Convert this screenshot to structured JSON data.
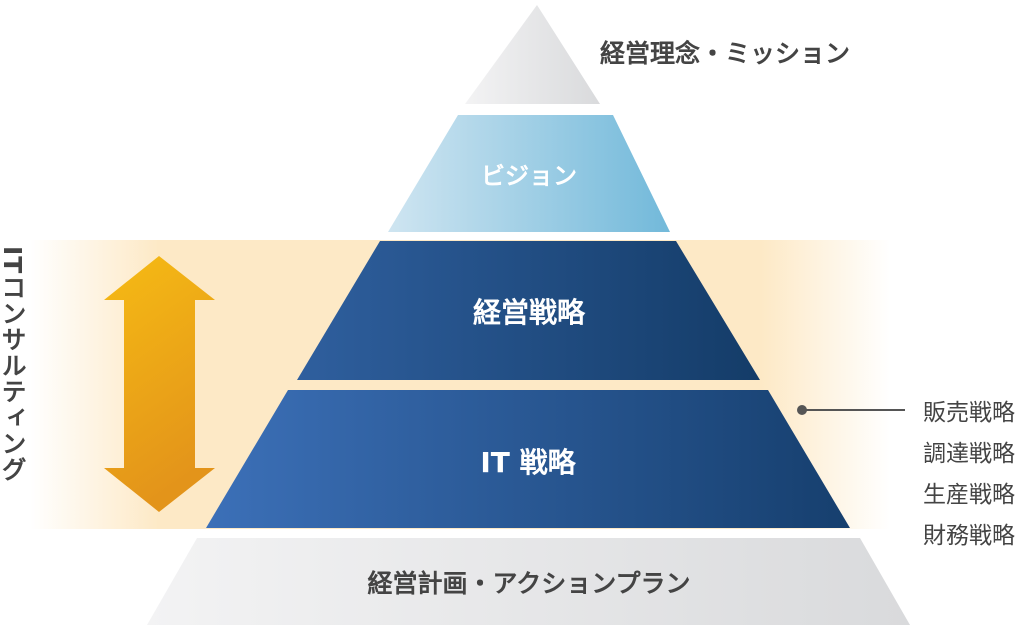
{
  "title": "経営理念・ミッション",
  "levels": {
    "vision": "ビジョン",
    "management_strategy": "経営戦略",
    "it_strategy": "IT 戦略",
    "plan": "経営計画・アクションプラン"
  },
  "side_label": "ITコンサルティング",
  "sub_strategies": [
    "販売戦略",
    "調達戦略",
    "生産戦略",
    "財務戦略"
  ],
  "colors": {
    "navy": "#163f6e",
    "blue": "#3a6db5",
    "light_blue": "#7dbfdd",
    "orange": "#f2b21a",
    "band": "#fde9c6",
    "gray": "#e0e1e3",
    "text": "#444444"
  }
}
